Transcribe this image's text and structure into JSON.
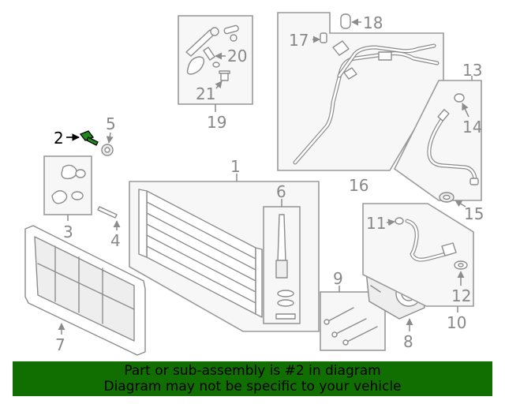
{
  "parts": {
    "p1": "1",
    "p2": "2",
    "p3": "3",
    "p4": "4",
    "p5": "5",
    "p6": "6",
    "p7": "7",
    "p8": "8",
    "p9": "9",
    "p10": "10",
    "p11": "11",
    "p12": "12",
    "p13": "13",
    "p14": "14",
    "p15": "15",
    "p16": "16",
    "p17": "17",
    "p18": "18",
    "p19": "19",
    "p20": "20",
    "p21": "21"
  },
  "highlight_part": "2",
  "banner": {
    "line1": "Part or sub-assembly is #2 in diagram",
    "line2": "Diagram may not be specific to your vehicle"
  },
  "colors": {
    "banner_bg": "#116e00",
    "highlight_part": "#1e8a1e",
    "line_art": "#8c8c8c"
  }
}
